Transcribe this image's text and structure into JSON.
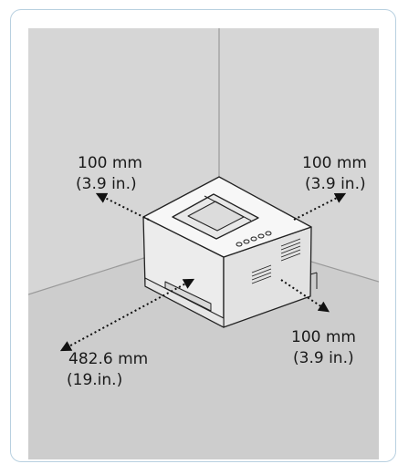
{
  "labels": {
    "left_distance": "100 mm",
    "left_distance_in": "(3.9 in.)",
    "right_distance": "100 mm",
    "right_distance_in": "(3.9 in.)",
    "front_right_distance": "100 mm",
    "front_right_distance_in": "(3.9 in.)",
    "front_left_distance": "482.6 mm",
    "front_left_distance_in": "(19.in.)"
  },
  "colors": {
    "wall": "#d9d9d9",
    "floor": "#cfcfcf",
    "corner_line": "#9a9a9a",
    "printer_body": "#f7f7f7",
    "printer_outline": "#222222"
  }
}
